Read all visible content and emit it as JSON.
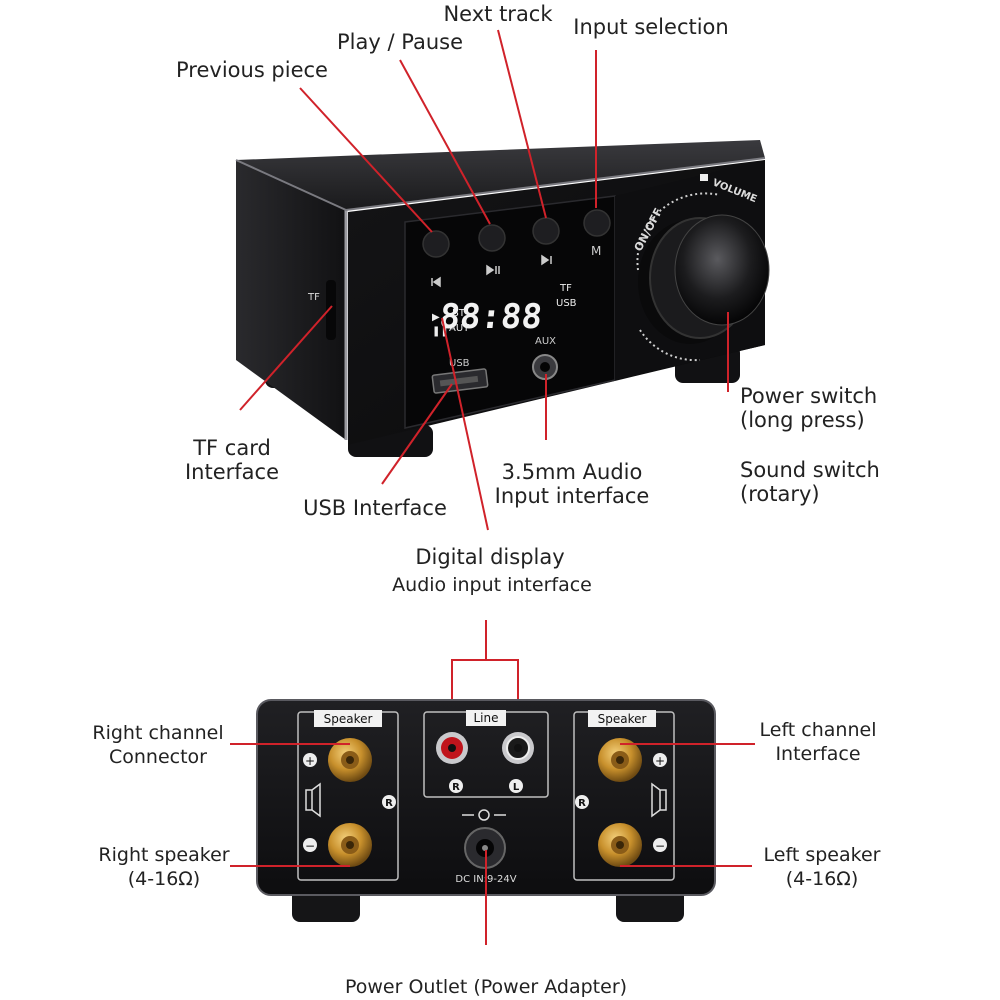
{
  "labels": {
    "next_track": "Next track",
    "play_pause": "Play / Pause",
    "input_selection": "Input selection",
    "previous_piece": "Previous piece",
    "power_switch": [
      "Power switch",
      "(long press)"
    ],
    "sound_switch": [
      "Sound switch",
      "(rotary)"
    ],
    "tf_card": [
      "TF card",
      "Interface"
    ],
    "usb_interface": "USB Interface",
    "audio_35": [
      "3.5mm Audio",
      "Input interface"
    ],
    "digital_display": "Digital display",
    "audio_input_interface": "Audio input interface",
    "right_channel": [
      "Right channel",
      "Connector"
    ],
    "left_channel": [
      "Left channel",
      "Interface"
    ],
    "right_speaker": [
      "Right speaker",
      "(4-16Ω)"
    ],
    "left_speaker": [
      "Left speaker",
      "(4-16Ω)"
    ],
    "power_outlet": "Power Outlet (Power Adapter)"
  },
  "device_front": {
    "tf_mark": "TF",
    "button_m": "M",
    "onoff": "ON/OFF",
    "volume": "VOLUME",
    "display_digits": "88:88",
    "bt": "BT",
    "aut": "AUT",
    "tf": "TF",
    "usb": "USB",
    "usb_port": "USB",
    "aux": "AUX"
  },
  "device_back": {
    "speaker_left_panel": "Speaker",
    "speaker_right_panel": "Speaker",
    "line": "Line",
    "r": "R",
    "l": "L",
    "plus": "+",
    "minus": "−",
    "dc_in": "DC IN:9-24V"
  },
  "colors": {
    "pointer": "#d0222a",
    "body": "#1b1b1d",
    "gold": "#c8902c"
  }
}
